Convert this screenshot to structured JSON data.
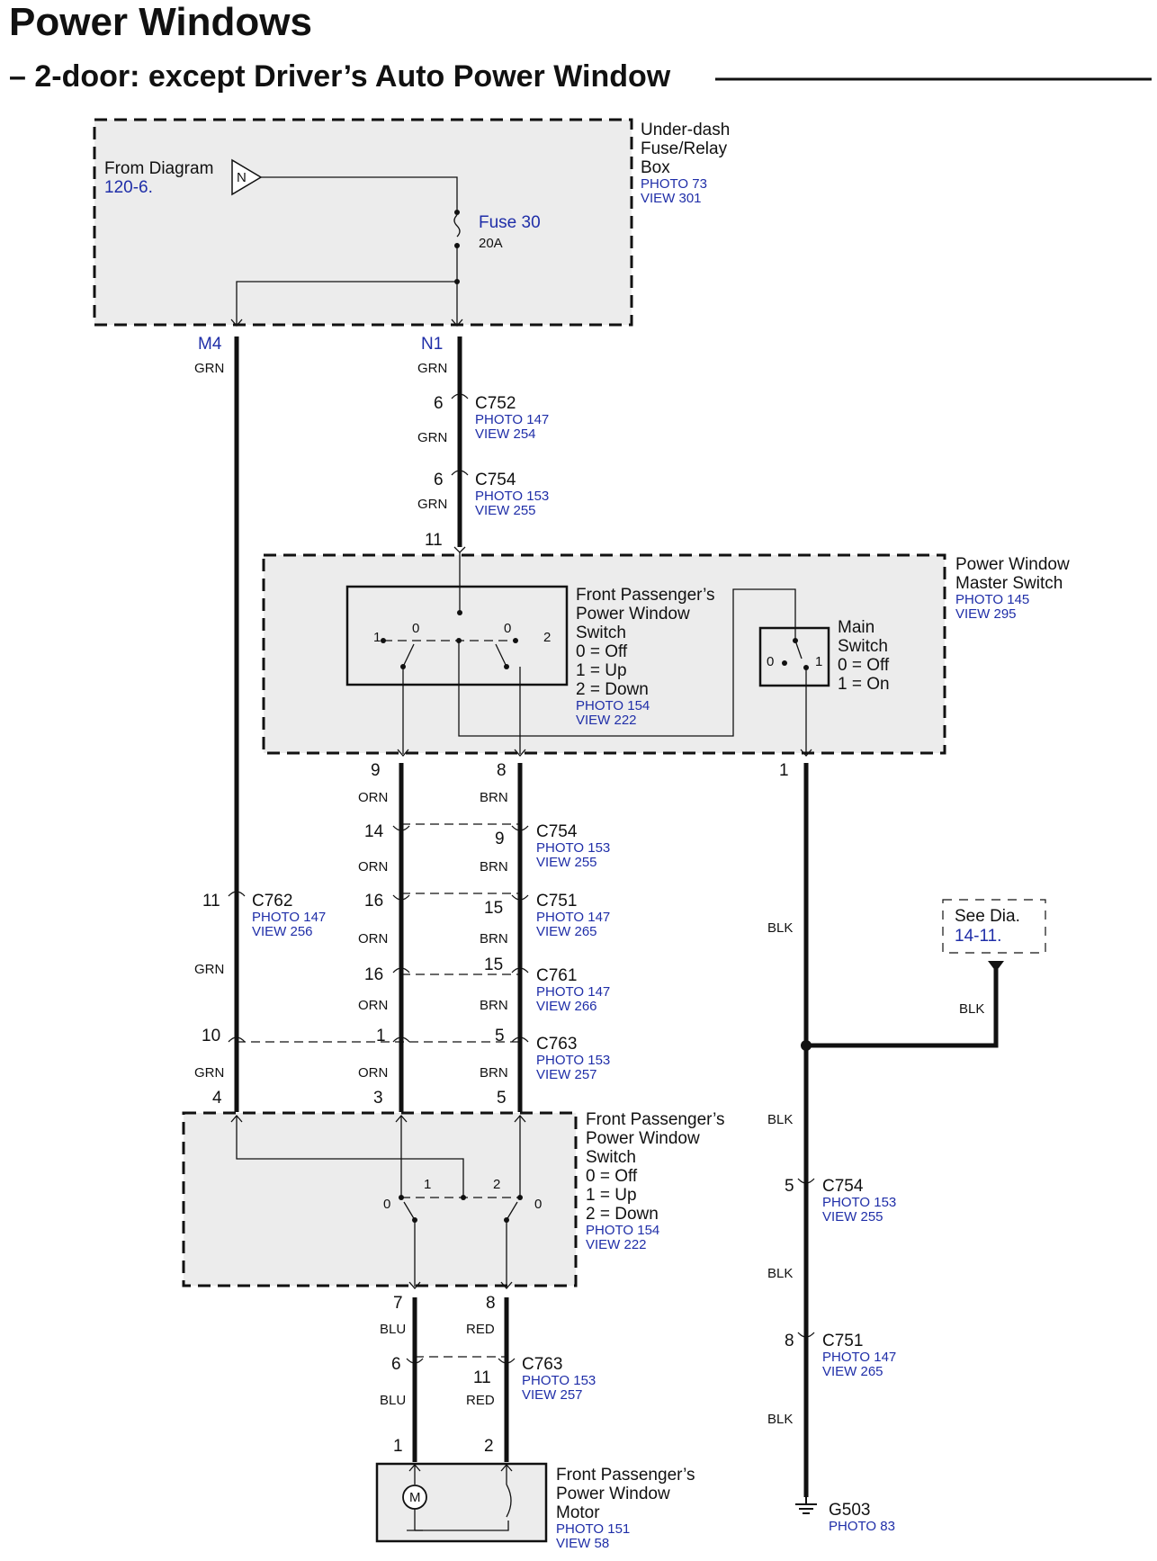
{
  "header": {
    "title": "Power Windows",
    "subtitle": "– 2-door: except Driver’s Auto Power Window"
  },
  "underdash_box": {
    "name_lines": [
      "Under-dash",
      "Fuse/Relay",
      "Box"
    ],
    "photo": "PHOTO 73",
    "view": "VIEW 301",
    "from_label": "From Diagram",
    "from_ref": "120-6.",
    "from_terminal": "N",
    "fuse_name": "Fuse 30",
    "fuse_rating": "20A",
    "terminal_m": "M4",
    "terminal_n": "N1"
  },
  "wires": {
    "grn": "GRN",
    "orn": "ORN",
    "brn": "BRN",
    "blk": "BLK",
    "blu": "BLU",
    "red": "RED"
  },
  "connectors": {
    "c752": {
      "name": "C752",
      "photo": "PHOTO 147",
      "view": "VIEW 254",
      "pin": "6"
    },
    "c754_top": {
      "name": "C754",
      "photo": "PHOTO 153",
      "view": "VIEW 255",
      "pin": "6"
    },
    "c754_mid": {
      "name": "C754",
      "photo": "PHOTO 153",
      "view": "VIEW 255",
      "pin_left": "14",
      "pin_right": "9"
    },
    "c751_mid": {
      "name": "C751",
      "photo": "PHOTO 147",
      "view": "VIEW 265",
      "pin_left": "16",
      "pin_right": "15"
    },
    "c762": {
      "name": "C762",
      "photo": "PHOTO 147",
      "view": "VIEW 256",
      "pin": "11"
    },
    "c761": {
      "name": "C761",
      "photo": "PHOTO 147",
      "view": "VIEW 266",
      "pin_left": "16",
      "pin_right": "15"
    },
    "c763_mid": {
      "name": "C763",
      "photo": "PHOTO 153",
      "view": "VIEW 257",
      "pin_far_left": "10",
      "pin_left": "1",
      "pin_right": "5"
    },
    "c754_blk": {
      "name": "C754",
      "photo": "PHOTO 153",
      "view": "VIEW 255",
      "pin": "5"
    },
    "c751_blk": {
      "name": "C751",
      "photo": "PHOTO 147",
      "view": "VIEW 265",
      "pin": "8"
    },
    "c763_low": {
      "name": "C763",
      "photo": "PHOTO 153",
      "view": "VIEW 257",
      "pin_left": "6",
      "pin_right": "11"
    }
  },
  "master_switch": {
    "name_lines": [
      "Power Window",
      "Master Switch"
    ],
    "photo": "PHOTO 145",
    "view": "VIEW 295",
    "pin_in": "11",
    "pin_9": "9",
    "pin_8": "8",
    "pin_1": "1",
    "pass_switch_lines": [
      "Front Passenger’s",
      "Power Window",
      "Switch",
      "0 = Off",
      "1 = Up",
      "2 = Down"
    ],
    "pass_switch_photo": "PHOTO 154",
    "pass_switch_view": "VIEW 222",
    "main_switch_lines": [
      "Main",
      "Switch",
      "0 = Off",
      "1 = On"
    ],
    "pos_0": "0",
    "pos_1": "1",
    "pos_2": "2"
  },
  "pass_switch": {
    "name_lines": [
      "Front Passenger’s",
      "Power Window",
      "Switch",
      "0 = Off",
      "1 = Up",
      "2 = Down"
    ],
    "photo": "PHOTO 154",
    "view": "VIEW 222",
    "pin_4": "4",
    "pin_3": "3",
    "pin_5": "5",
    "pin_7": "7",
    "pin_8": "8"
  },
  "motor": {
    "name_lines": [
      "Front Passenger’s",
      "Power Window",
      "Motor"
    ],
    "photo": "PHOTO 151",
    "view": "VIEW 58",
    "symbol": "M",
    "pin_1": "1",
    "pin_2": "2"
  },
  "see_dia": {
    "label": "See  Dia.",
    "ref": "14-11."
  },
  "ground": {
    "name": "G503",
    "photo": "PHOTO 83"
  }
}
